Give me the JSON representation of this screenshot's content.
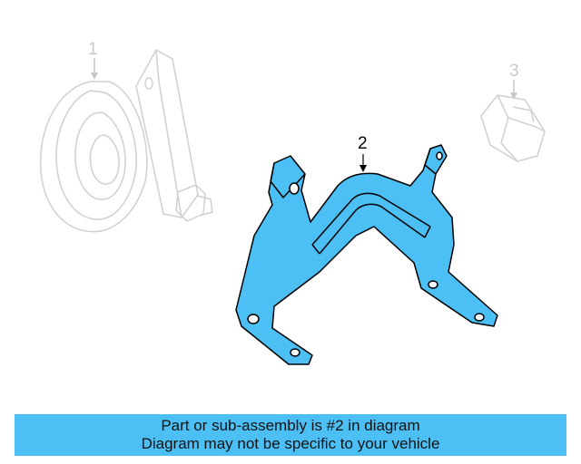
{
  "callouts": {
    "part1": "1",
    "part2": "2",
    "part3": "3"
  },
  "banner": {
    "line1": "Part or sub-assembly is #2 in diagram",
    "line2": "Diagram may not be specific to your vehicle"
  },
  "colors": {
    "highlight": "#4cc0f5",
    "ghost": "#d0d0d0",
    "outline": "#000000"
  }
}
